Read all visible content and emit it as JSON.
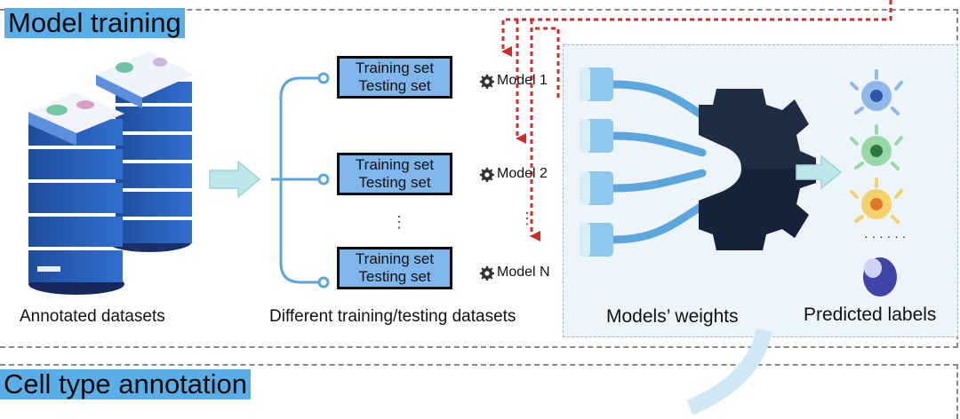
{
  "sections": {
    "model_training": "Model training",
    "cell_type_annotation": "Cell type annotation"
  },
  "captions": {
    "annotated": "Annotated datasets",
    "different": "Different training/testing datasets",
    "weights": "Models’ weights",
    "predicted": "Predicted labels"
  },
  "sets": [
    {
      "training": "Training set",
      "testing": "Testing set",
      "model": "Model 1"
    },
    {
      "training": "Training set",
      "testing": "Testing set",
      "model": "Model 2"
    },
    {
      "training": "Training set",
      "testing": "Testing set",
      "model": "Model N"
    }
  ],
  "ellipsis": "⋮",
  "dots": "· · ·  · · ·",
  "colors": {
    "title_bg": "#5aaee8",
    "box_fill": "#7fb6ec",
    "red_arrow": "#d42a2a",
    "gear_dark": "#1e2d44",
    "pipe_blue": "#5aa6dd",
    "light_arrow": "#bfe6ea"
  }
}
